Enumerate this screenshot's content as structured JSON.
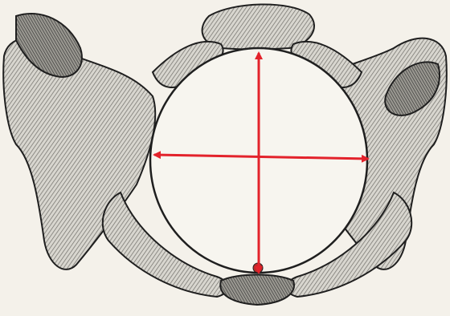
{
  "illustration": {
    "subject": "pelvis",
    "view": "superior",
    "colors": {
      "paper": "#f4f1ea",
      "bone_fill": "#dcdad3",
      "bone_shade": "#8d8b85",
      "outline": "#1f1f1f",
      "arrow": "#e3222b"
    },
    "arrows": [
      {
        "name": "anteroposterior-diameter"
      },
      {
        "name": "transverse-diameter"
      }
    ]
  }
}
